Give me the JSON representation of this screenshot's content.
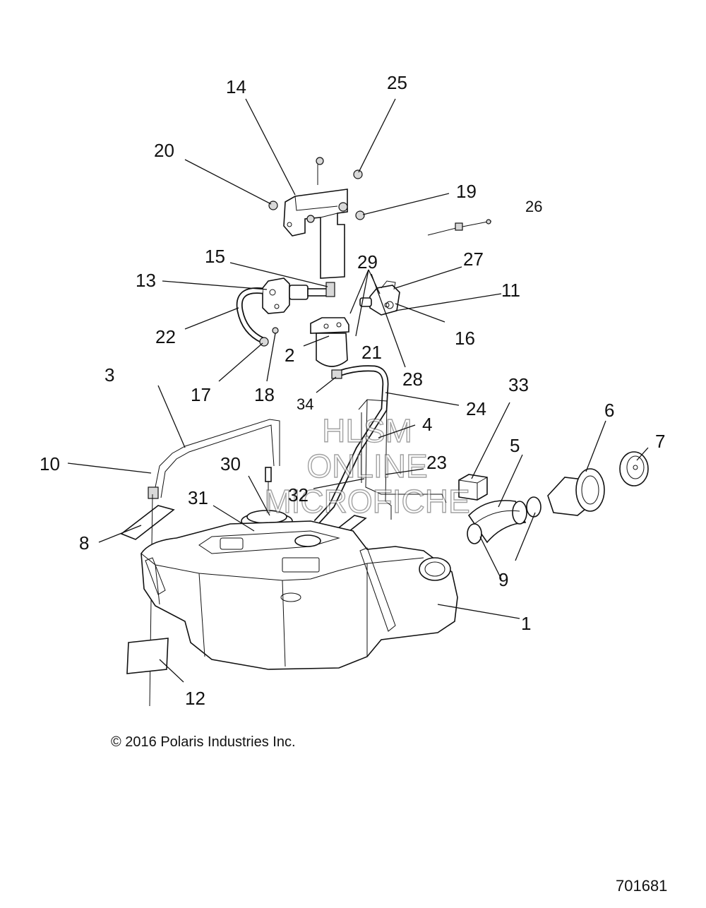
{
  "callouts": [
    {
      "id": "1",
      "label": "1"
    },
    {
      "id": "2",
      "label": "2"
    },
    {
      "id": "3",
      "label": "3"
    },
    {
      "id": "4",
      "label": "4"
    },
    {
      "id": "5",
      "label": "5"
    },
    {
      "id": "6",
      "label": "6"
    },
    {
      "id": "7",
      "label": "7"
    },
    {
      "id": "8",
      "label": "8"
    },
    {
      "id": "9",
      "label": "9"
    },
    {
      "id": "10",
      "label": "10"
    },
    {
      "id": "11",
      "label": "11"
    },
    {
      "id": "12",
      "label": "12"
    },
    {
      "id": "13",
      "label": "13"
    },
    {
      "id": "14",
      "label": "14"
    },
    {
      "id": "15",
      "label": "15"
    },
    {
      "id": "16",
      "label": "16"
    },
    {
      "id": "17",
      "label": "17"
    },
    {
      "id": "18",
      "label": "18"
    },
    {
      "id": "19",
      "label": "19"
    },
    {
      "id": "20",
      "label": "20"
    },
    {
      "id": "21",
      "label": "21"
    },
    {
      "id": "22",
      "label": "22"
    },
    {
      "id": "23",
      "label": "23"
    },
    {
      "id": "24",
      "label": "24"
    },
    {
      "id": "25",
      "label": "25"
    },
    {
      "id": "26",
      "label": "26"
    },
    {
      "id": "27",
      "label": "27"
    },
    {
      "id": "28",
      "label": "28"
    },
    {
      "id": "29",
      "label": "29"
    },
    {
      "id": "30",
      "label": "30"
    },
    {
      "id": "31",
      "label": "31"
    },
    {
      "id": "32",
      "label": "32"
    },
    {
      "id": "33",
      "label": "33"
    },
    {
      "id": "34",
      "label": "34"
    }
  ],
  "watermark": {
    "line1": "HLSM",
    "line2": "ONLINE",
    "line3": "MICROFICHE"
  },
  "copyright": "© 2016 Polaris Industries Inc.",
  "drawing_number": "701681"
}
